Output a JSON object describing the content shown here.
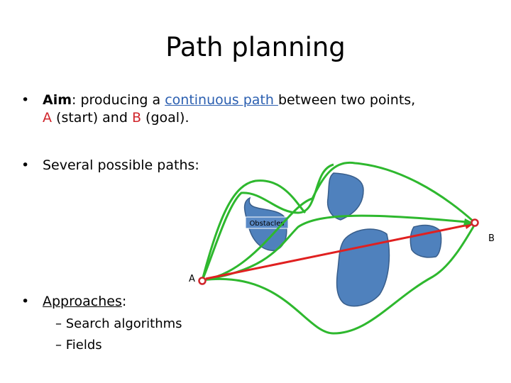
{
  "slide": {
    "title": "Path planning",
    "bullet1": {
      "bullet": "•",
      "aim_label": "Aim",
      "text_a": ": producing a ",
      "link": "continuous path ",
      "text_b": "between two points,",
      "line2_a_letter": "A",
      "line2_mid": " (start) and ",
      "line2_b_letter": "B",
      "line2_end": " (goal)."
    },
    "bullet2": {
      "bullet": "•",
      "text": "Several possible paths:"
    },
    "bullet3": {
      "bullet": "•",
      "label": "Approaches",
      "suffix": ":",
      "items": [
        "– Search algorithms",
        "– Fields"
      ]
    }
  },
  "diagram": {
    "obstacles_label": "Obstacles",
    "point_a_label": "A",
    "point_b_label": "B",
    "colors": {
      "obstacle_fill": "#4f81bd",
      "obstacle_stroke": "#385d8a",
      "path_green": "#2eb82e",
      "path_red": "#e02020",
      "endpoint": "#d0252b"
    }
  }
}
